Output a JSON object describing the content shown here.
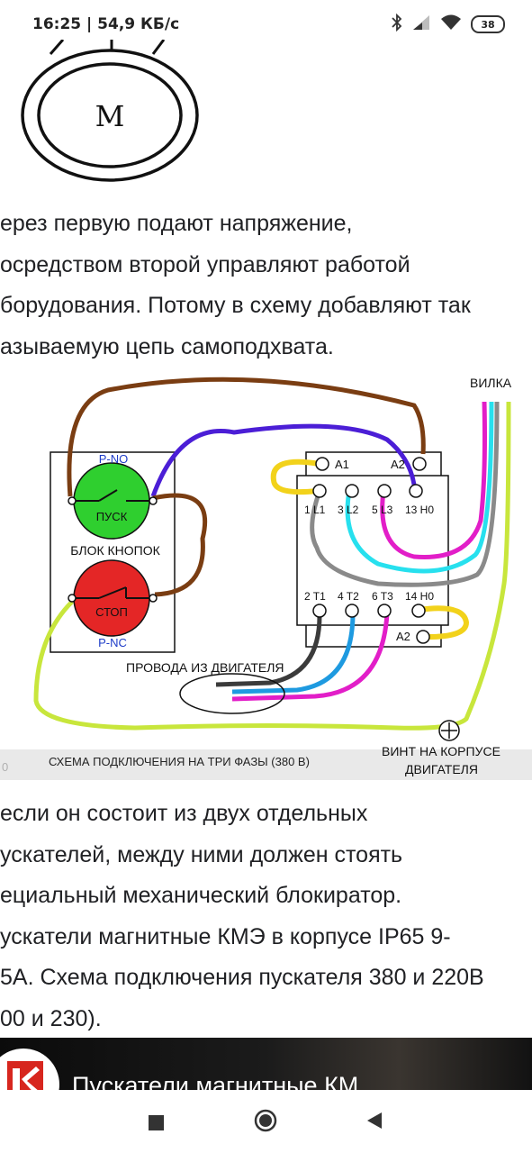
{
  "status_bar": {
    "time_speed": "16:25 | 54,9 КБ/с",
    "battery": "38"
  },
  "motor_figure": {
    "label": "М"
  },
  "paragraph1": [
    "ерез первую подают напряжение,",
    "осредством второй управляют работой",
    "борудования. Потому в схему добавляют так",
    "азываемую цепь самоподхвата."
  ],
  "diagram": {
    "plug_label": "ВИЛКА",
    "p_no": "P-NO",
    "start_button": "ПУСК",
    "button_block": "БЛОК КНОПОК",
    "stop_button": "СТОП",
    "p_nc": "P-NC",
    "coil_a1": "A1",
    "coil_a2_top": "A2",
    "terminals_top": [
      "1 L1",
      "3 L2",
      "5 L3",
      "13 H0"
    ],
    "terminals_bottom": [
      "2 T1",
      "4 T2",
      "6 T3",
      "14 H0"
    ],
    "coil_a2_bottom": "A2",
    "motor_wires": "ПРОВОДА ИЗ ДВИГАТЕЛЯ",
    "caption": "СХЕМА ПОДКЛЮЧЕНИЯ НА ТРИ ФАЗЫ (380 В)",
    "caption_prefix": "0",
    "ground_screw_line1": "ВИНТ НА КОРПУСЕ",
    "ground_screw_line2": "ДВИГАТЕЛЯ"
  },
  "paragraph2": [
    "если он состоит из двух отдельных",
    "ускателей, между ними должен стоять",
    "ециальный механический блокиратор.",
    "ускатели магнитные КМЭ в корпусе IP65 9-",
    "5А. Схема подключения пускателя 380 и 220В",
    "00 и 230)."
  ],
  "video": {
    "title": "Пускатели магнитные КМ"
  },
  "colors": {
    "brown": "#7a3d12",
    "blue_violet": "#4b1ed6",
    "yellow": "#f2d21b",
    "gray": "#8a8a8a",
    "cyan": "#27e0ee",
    "magenta": "#e21ec8",
    "azure": "#1e9ae0",
    "dark_gray": "#3b3b3b",
    "lime": "#c8e63c",
    "green_button": "#2fcf2f",
    "red_button": "#e42626"
  }
}
